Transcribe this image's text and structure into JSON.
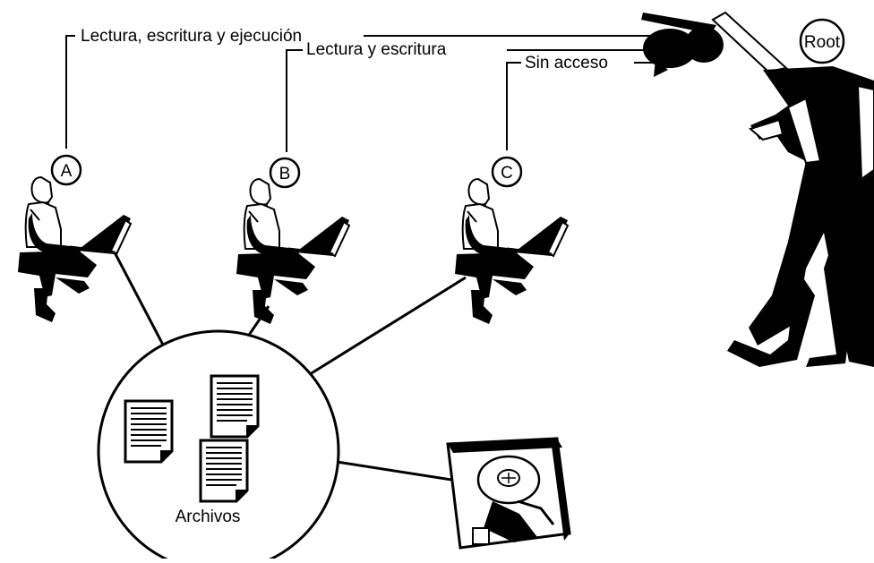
{
  "permissions": {
    "a": "Lectura, escritura y ejecución",
    "b": "Lectura y escritura",
    "c": "Sin acceso"
  },
  "users": {
    "a": "A",
    "b": "B",
    "c": "C"
  },
  "root": {
    "label": "Root"
  },
  "files": {
    "label": "Archivos"
  },
  "icons": {
    "user": "person-at-laptop-icon",
    "root": "administrator-with-keys-icon",
    "file": "document-icon",
    "disk": "hard-disk-icon"
  }
}
